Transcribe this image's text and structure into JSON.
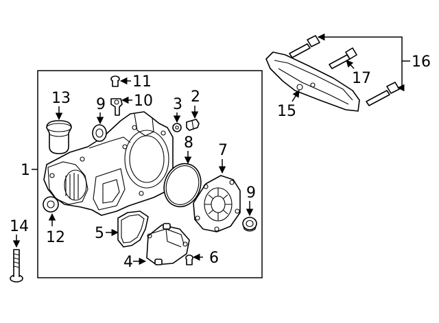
{
  "callouts": [
    {
      "id": "c1",
      "text": "1"
    },
    {
      "id": "c2",
      "text": "2"
    },
    {
      "id": "c3",
      "text": "3"
    },
    {
      "id": "c4",
      "text": "4"
    },
    {
      "id": "c5",
      "text": "5"
    },
    {
      "id": "c6",
      "text": "6"
    },
    {
      "id": "c7",
      "text": "7"
    },
    {
      "id": "c8",
      "text": "8"
    },
    {
      "id": "c9a",
      "text": "9"
    },
    {
      "id": "c9b",
      "text": "9"
    },
    {
      "id": "c10",
      "text": "10"
    },
    {
      "id": "c11",
      "text": "11"
    },
    {
      "id": "c12",
      "text": "12"
    },
    {
      "id": "c13",
      "text": "13"
    },
    {
      "id": "c14",
      "text": "14"
    },
    {
      "id": "c15",
      "text": "15"
    },
    {
      "id": "c16",
      "text": "16"
    },
    {
      "id": "c17",
      "text": "17"
    }
  ]
}
